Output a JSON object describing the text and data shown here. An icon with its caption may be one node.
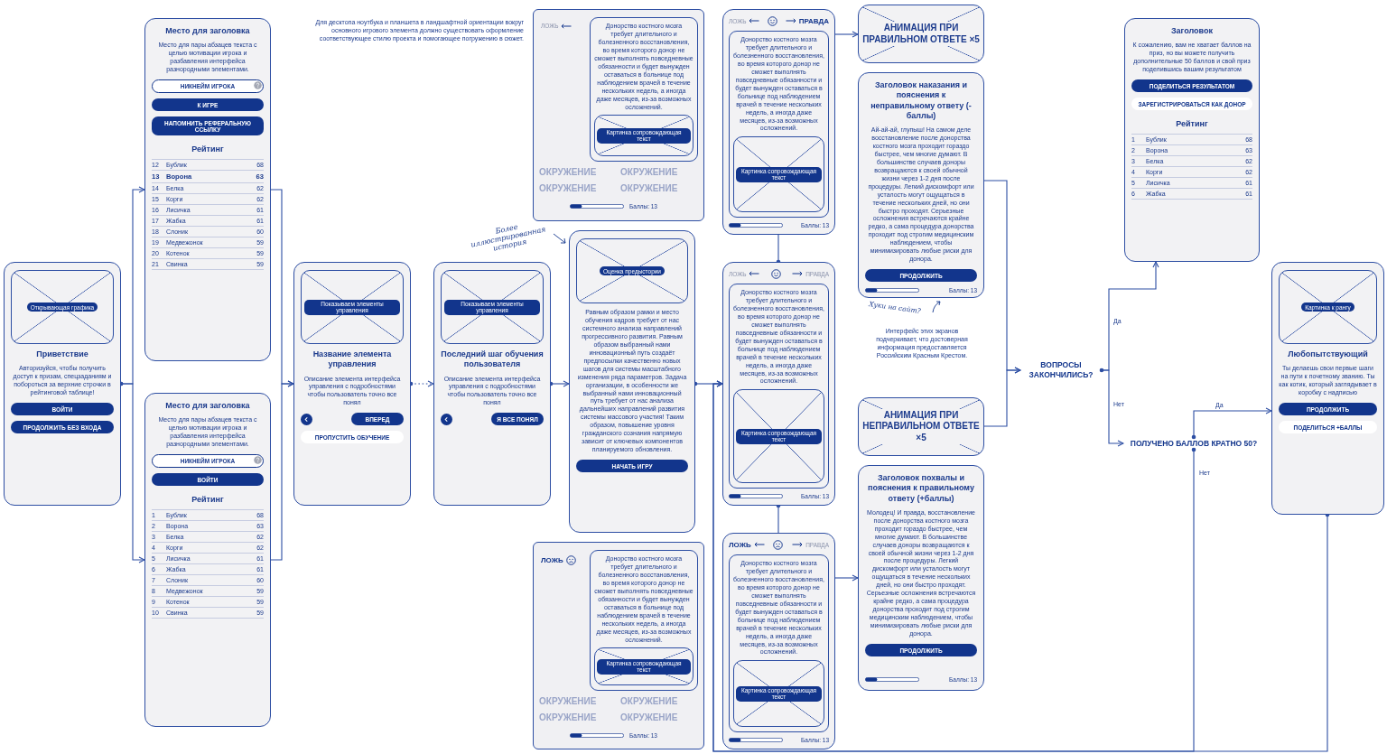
{
  "diagram": {
    "nodes": [
      {
        "text": [
          "Открывающая графика",
          "Приветствие",
          "Авторизуйся, чтобы получить доступ к призам, спецзаданиям и побороться за верхние строчки в рейтинговой таблице!",
          "ВОЙТИ",
          "ПРОДОЛЖИТЬ БЕЗ ВХОДА"
        ]
      },
      {
        "text": [
          "Место для заголовка",
          "Место для пары абзацев текста с целью мотивации игрока и разбавления интерфейса разнородными элементами.",
          "НИКНЕЙМ ИГРОКА",
          "К ИГРЕ",
          "НАПОМНИТЬ РЕФЕРАЛЬНУЮ ССЫЛКУ",
          "Рейтинг",
          "12",
          "Бублик",
          "68",
          "13",
          "Ворона",
          "63",
          "14",
          "Белка",
          "62",
          "15",
          "Корги",
          "62",
          "16",
          "Лисичка",
          "61",
          "17",
          "Жабка",
          "61",
          "18",
          "Слоник",
          "60",
          "19",
          "Медвежонок",
          "59",
          "20",
          "Котенок",
          "59",
          "21",
          "Свинка",
          "59"
        ]
      },
      {
        "text": [
          "Место для заголовка",
          "Место для пары абзацев текста с целью мотивации игрока и разбавления интерфейса разнородными элементами.",
          "НИКНЕЙМ ИГРОКА",
          "ВОЙТИ",
          "Рейтинг",
          "1",
          "Бублик",
          "68",
          "2",
          "Ворона",
          "63",
          "3",
          "Белка",
          "62",
          "4",
          "Корги",
          "62",
          "5",
          "Лисичка",
          "61",
          "6",
          "Жабка",
          "61",
          "7",
          "Слоник",
          "60",
          "8",
          "Медвежонок",
          "59",
          "9",
          "Котенок",
          "59",
          "10",
          "Свинка",
          "59"
        ]
      },
      {
        "text": [
          "Показываем элементы управления",
          "Название элемента управления",
          "Описание элемента интерфейса управления с подробностями чтобы пользователь точно все понял",
          "ВПЕРЕД",
          "ПРОПУСТИТЬ ОБУЧЕНИЕ"
        ]
      },
      {
        "text": [
          "Показываем элементы управления",
          "Последний шаг обучения пользователя",
          "Описание элемента интерфейса управления с подробностями чтобы пользователь точно все понял",
          "Я ВСЕ ПОНЯЛ"
        ]
      },
      {
        "text": [
          "Оценка предыстории",
          "Равным образом рамки и место обучения кадров требует от нас системного анализа направлений прогрессивного развития. Равным образом выбранный нами инновационный путь создаёт предпосылки качественно новых шагов для системы масштабного изменения ряда параметров. Задача организации, в особенности же выбранный нами инновационный путь требует от нас анализа дальнейших направлений развития системы массового участия! Таким образом, повышение уровня гражданского сознания напрямую зависит от ключевых компонентов планируемого обновления.",
          "НАЧАТЬ ИГРУ"
        ]
      },
      {
        "text": [
          "ЛОЖЬ",
          "Донорство костного мозга требует длительного и болезненного восстановления, во время которого донор не сможет выполнять повседневные обязанности и будет вынужден оставаться в больнице под наблюдением врачей в течение нескольких недель, а иногда даже месяцев, из-за возможных осложнений.",
          "Картинка сопровождающая текст",
          "ОКРУЖЕНИЕ",
          "ОКРУЖЕНИЕ",
          "ОКРУЖЕНИЕ",
          "ОКРУЖЕНИЕ",
          "Баллы: 13"
        ]
      },
      {
        "text": [
          "ЛОЖЬ",
          "ПРАВДА",
          "Донорство костного мозга требует длительного и болезненного восстановления, во время которого донор не сможет выполнять повседневные обязанности и будет вынужден оставаться в больнице под наблюдением врачей в течение нескольких недель, а иногда даже месяцев, из-за возможных осложнений.",
          "Картинка сопровождающая текст",
          "Баллы: 13"
        ]
      },
      {
        "text": [
          "ЛОЖЬ",
          "ПРАВДА",
          "Донорство костного мозга требует длительного и болезненного восстановления, во время которого донор не сможет выполнять повседневные обязанности и будет вынужден оставаться в больнице под наблюдением врачей в течение нескольких недель, а иногда даже месяцев, из-за возможных осложнений.",
          "Картинка сопровождающая текст",
          "Баллы: 13"
        ]
      },
      {
        "text": [
          "ЛОЖЬ",
          "ПРАВДА",
          "Донорство костного мозга требует длительного и болезненного восстановления, во время которого донор не сможет выполнять повседневные обязанности и будет вынужден оставаться в больнице под наблюдением врачей в течение нескольких недель, а иногда даже месяцев, из-за возможных осложнений.",
          "Картинка сопровождающая текст",
          "Баллы: 13"
        ]
      },
      {
        "text": [
          "ЛОЖЬ",
          "Донорство костного мозга требует длительного и болезненного восстановления, во время которого донор не сможет выполнять повседневные обязанности и будет вынужден оставаться в больнице под наблюдением врачей в течение нескольких недель, а иногда даже месяцев, из-за возможных осложнений.",
          "Картинка сопровождающая текст",
          "ОКРУЖЕНИЕ",
          "ОКРУЖЕНИЕ",
          "ОКРУЖЕНИЕ",
          "ОКРУЖЕНИЕ",
          "Баллы: 13"
        ]
      },
      {
        "text": [
          "АНИМАЦИЯ ПРИ ПРАВИЛЬНОМ ОТВЕТЕ ×5"
        ]
      },
      {
        "text": [
          "Заголовок наказания и пояснения к неправильному ответу (-баллы)",
          "Ай-ай-ай, глупыш! На самом деле восстановление после донорства костного мозга проходит гораздо быстрее, чем многие думают. В большинстве случаев доноры возвращаются к своей обычной жизни через 1-2 дня после процедуры. Легкий дискомфорт или усталость могут ощущаться в течение нескольких дней, но они быстро проходят. Серьезные осложнения встречаются крайне редко, а сама процедура донорства проходит под строгим медицинским наблюдением, чтобы минимизировать любые риски для донора.",
          "ПРОДОЛЖИТЬ",
          "Баллы: 13"
        ],
        "beside": [
          "Хуки на сайт?"
        ]
      },
      {
        "text": [
          "АНИМАЦИЯ ПРИ НЕПРАВИЛЬНОМ ОТВЕТЕ ×5"
        ]
      },
      {
        "text": [
          "Заголовок похвалы и пояснения к правильному ответу (+баллы)",
          "Молодец! И правда, восстановление после донорства костного мозга проходит гораздо быстрее, чем многие думают. В большинстве случаев доноры возвращаются к своей обычной жизни через 1-2 дня после процедуры. Легкий дискомфорт или усталость могут ощущаться в течение нескольких дней, но они быстро проходят. Серьезные осложнения встречаются крайне редко, а сама процедура донорства проходит под строгим медицинским наблюдением, чтобы минимизировать любые риски для донора.",
          "ПРОДОЛЖИТЬ",
          "Баллы: 13"
        ]
      },
      {
        "text": [
          "ВОПРОСЫ ЗАКОНЧИЛИСЬ?"
        ]
      },
      {
        "text": [
          "Заголовок",
          "К сожалению, вам не хватает баллов на приз, но вы можете получить дополнительные 50 баллов и свой приз поделившись вашим результатом",
          "ПОДЕЛИТЬСЯ РЕЗУЛЬТАТОМ",
          "ЗАРЕГИСТРИРОВАТЬСЯ КАК ДОНОР",
          "Рейтинг",
          "1",
          "Бублик",
          "68",
          "2",
          "Ворона",
          "63",
          "3",
          "Белка",
          "62",
          "4",
          "Корги",
          "62",
          "5",
          "Лисичка",
          "61",
          "6",
          "Жабка",
          "61"
        ]
      },
      {
        "text": [
          "ПОЛУЧЕНО БАЛЛОВ КРАТНО 50?"
        ]
      },
      {
        "text": [
          "Картинка к рангу",
          "Любопытствующий",
          "Ты делаешь свои первые шаги на пути к почетному званию. Ты как котик, который заглядывает в коробку с надписью",
          "ПРОДОЛЖИТЬ",
          "ПОДЕЛИТЬСЯ +БАЛЛЫ"
        ]
      }
    ],
    "edges": [
      {
        "from": 0,
        "to": 1,
        "arrow": "to"
      },
      {
        "from": 0,
        "to": 2,
        "arrow": "to"
      },
      {
        "from": 1,
        "to": 3,
        "arrow": "to"
      },
      {
        "from": 2,
        "to": 3,
        "arrow": "to"
      },
      {
        "from": 3,
        "to": 4,
        "arrow": "to",
        "style": "dashed"
      },
      {
        "from": 4,
        "to": 5,
        "arrow": "to"
      },
      {
        "from": 5,
        "to": 8,
        "arrow": "to"
      },
      {
        "from": 8,
        "to": 7,
        "arrow": "other"
      },
      {
        "from": 8,
        "to": 9,
        "arrow": "other"
      },
      {
        "from": 7,
        "to": 11,
        "arrow": "to"
      },
      {
        "from": 9,
        "to": 14,
        "arrow": "to"
      },
      {
        "from": 12,
        "to": 15,
        "arrow": "to"
      },
      {
        "from": 13,
        "to": 15,
        "arrow": "to"
      },
      {
        "from": 15,
        "to": 16,
        "arrow": "to",
        "label": "Да"
      },
      {
        "from": 15,
        "to": 17,
        "arrow": "to",
        "label": "Нет"
      },
      {
        "from": 17,
        "to": 18,
        "arrow": "to",
        "label": "Да"
      },
      {
        "from": 17,
        "to": 8,
        "arrow": "to",
        "label": "Нет"
      },
      {
        "from": 18,
        "to": 8,
        "arrow": "to"
      }
    ],
    "labels": [
      "Для десктопа  ноутбука и планшета в ландшафтной ориентации вокруг основного игрового элемента должно существовать оформление соответствующее стилю проекта и помогающее погружению в сюжет.",
      "Более иллюстрированная история",
      "Интерфейс этих экранов подчеркивает, что достоверная информация предоставляется Российским Красным Крестом."
    ]
  }
}
